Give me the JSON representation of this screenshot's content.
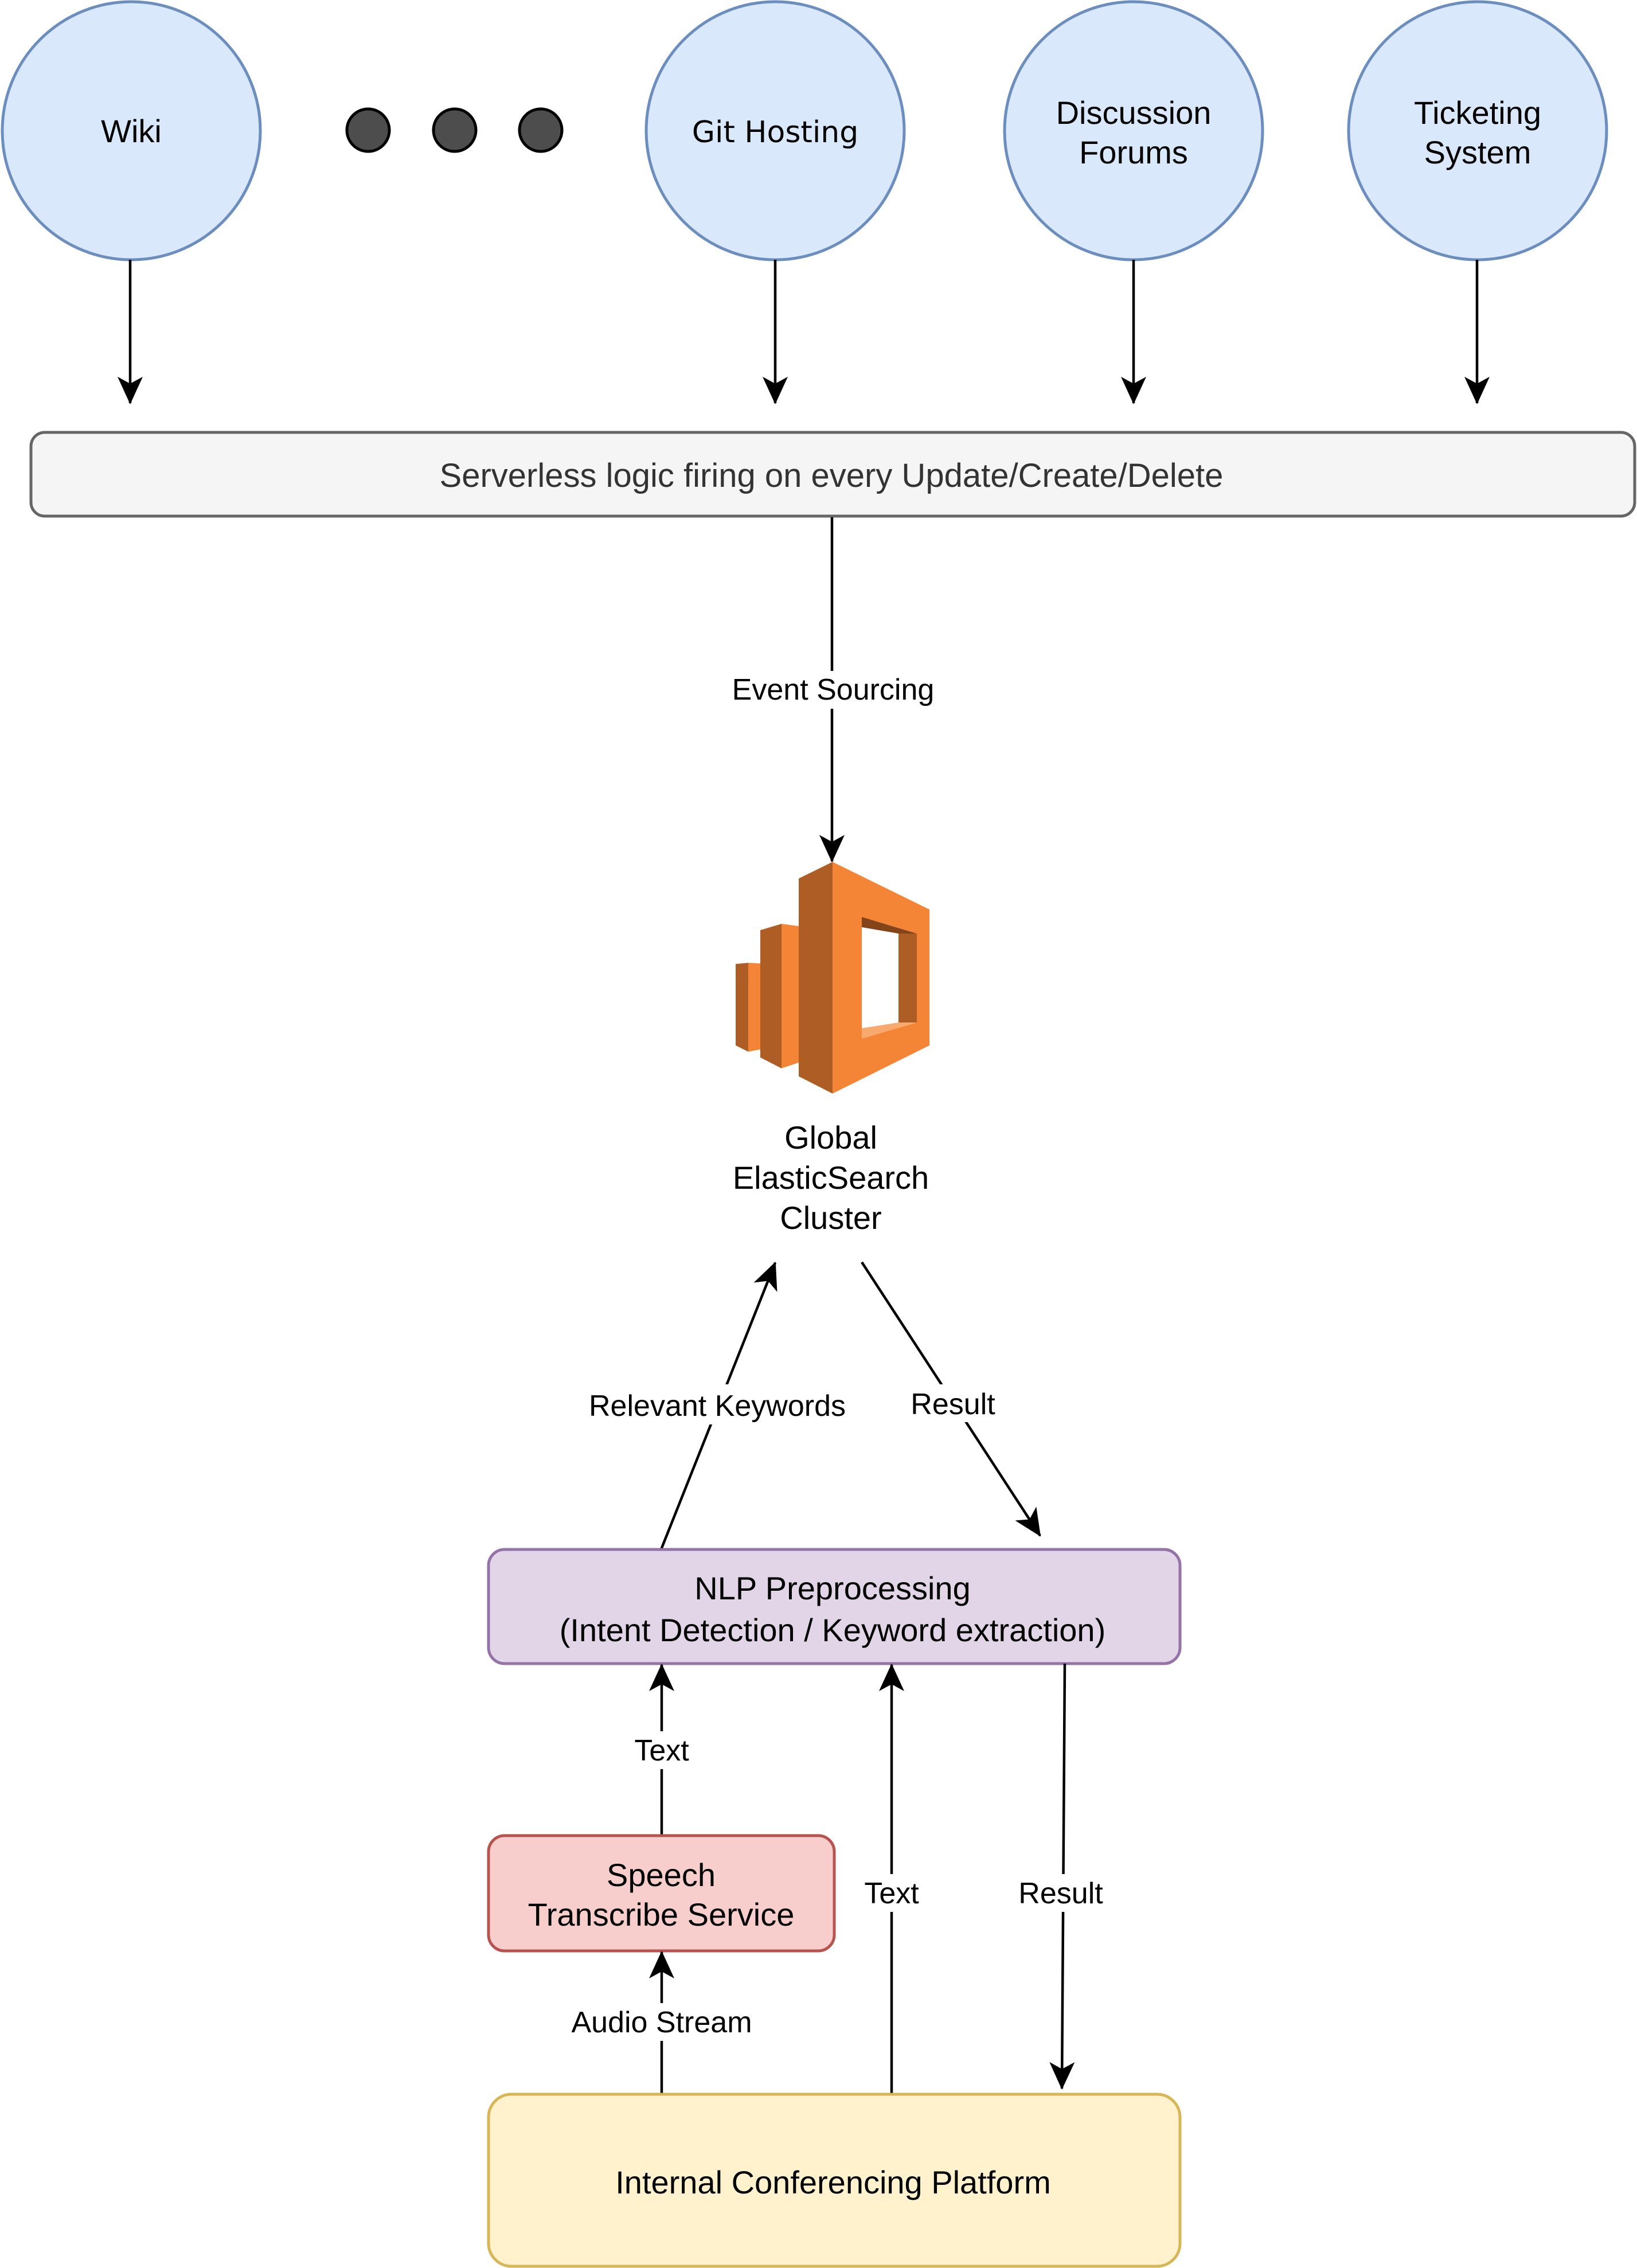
{
  "diagram": {
    "sources": [
      {
        "id": "wiki",
        "lines": [
          "Wiki"
        ]
      },
      {
        "id": "ellipsis",
        "lines": []
      },
      {
        "id": "git-hosting",
        "lines": [
          "Git Hosting"
        ]
      },
      {
        "id": "discussion-forums",
        "lines": [
          "Discussion",
          "Forums"
        ]
      },
      {
        "id": "ticketing-system",
        "lines": [
          "Ticketing",
          "System"
        ]
      }
    ],
    "serverless": {
      "label": "Serverless logic firing on every Update/Create/Delete"
    },
    "elasticsearch": {
      "icon": "aws-elasticsearch-service-icon",
      "lines": [
        "Global",
        "ElasticSearch",
        "Cluster"
      ]
    },
    "nlp": {
      "lines": [
        "NLP Preprocessing",
        "(Intent Detection / Keyword extraction)"
      ]
    },
    "speech": {
      "lines": [
        "Speech",
        "Transcribe Service"
      ]
    },
    "platform": {
      "label": "Internal Conferencing Platform"
    },
    "edges": {
      "event_sourcing": "Event Sourcing",
      "relevant_keywords": "Relevant Keywords",
      "result_upper": "Result",
      "text_from_speech": "Text",
      "text_from_platform": "Text",
      "result_lower": "Result",
      "audio_stream": "Audio Stream"
    },
    "colors": {
      "source_fill": "#dae8fc",
      "source_stroke": "#6c8ebf",
      "ellipsis_dot": "#4d4d4d",
      "serverless_fill": "#f5f5f5",
      "serverless_stroke": "#666666",
      "nlp_fill": "#e1d5e7",
      "nlp_stroke": "#9673a6",
      "speech_fill": "#f8cecc",
      "speech_stroke": "#b85450",
      "platform_fill": "#fff2cc",
      "platform_stroke": "#d6b656",
      "es_orange": "#f58536",
      "es_dark": "#ae5e24",
      "es_darker": "#844318",
      "es_light": "#f8a96e"
    }
  }
}
